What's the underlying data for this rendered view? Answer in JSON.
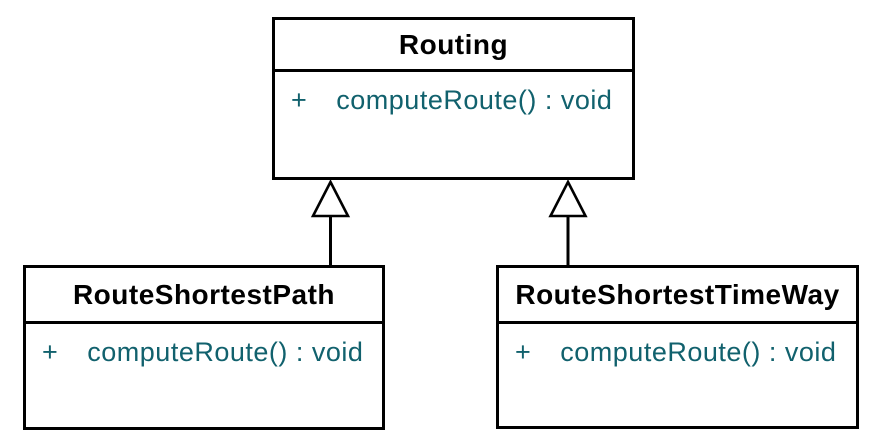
{
  "diagram": {
    "kind": "uml-class-diagram",
    "background_color": "#ffffff",
    "box_border_color": "#000000",
    "class_name_color": "#000000",
    "method_text_color": "#11616d",
    "classes": [
      {
        "id": "routing",
        "name": "Routing",
        "methods": [
          {
            "visibility": "+",
            "signature": "computeRoute() : void"
          }
        ]
      },
      {
        "id": "route-shortest-path",
        "name": "RouteShortestPath",
        "methods": [
          {
            "visibility": "+",
            "signature": "computeRoute() : void"
          }
        ]
      },
      {
        "id": "route-shortest-time-way",
        "name": "RouteShortestTimeWay",
        "methods": [
          {
            "visibility": "+",
            "signature": "computeRoute() : void"
          }
        ]
      }
    ],
    "relations": [
      {
        "type": "generalization",
        "from": "RouteShortestPath",
        "to": "Routing"
      },
      {
        "type": "generalization",
        "from": "RouteShortestTimeWay",
        "to": "Routing"
      }
    ]
  }
}
